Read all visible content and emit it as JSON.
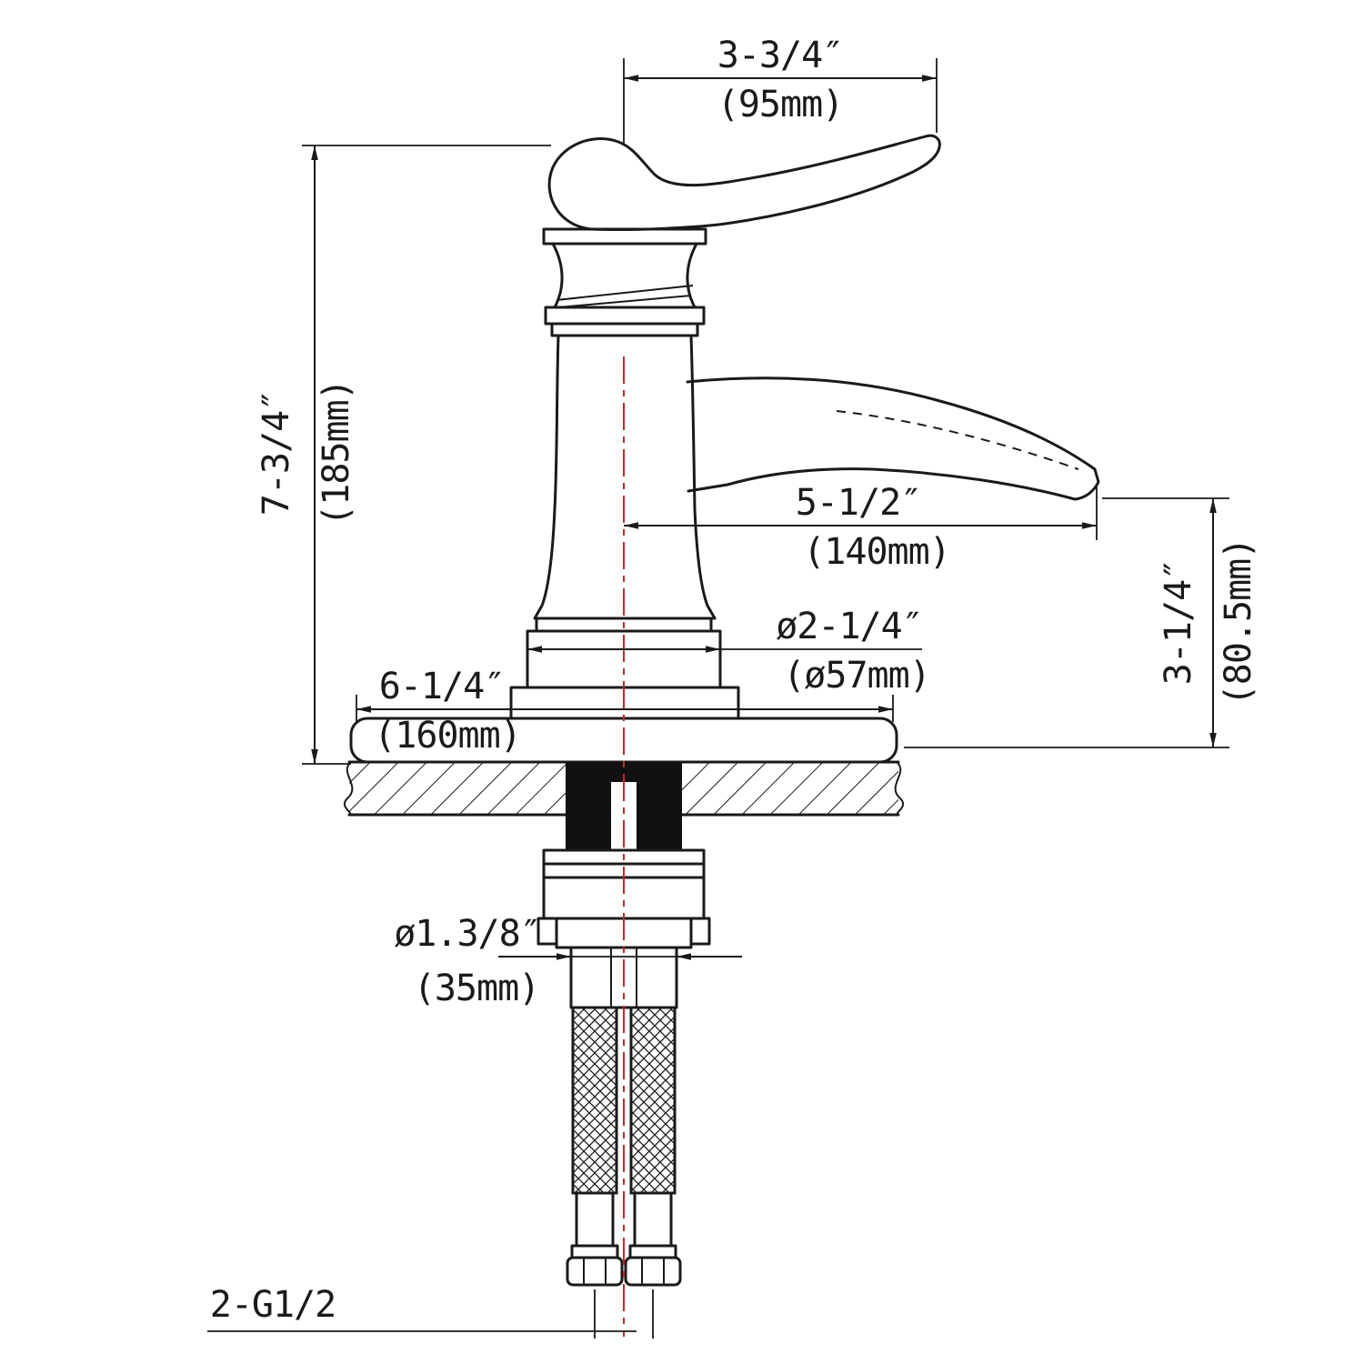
{
  "drawing": {
    "type": "faucet-dimension-diagram",
    "line_color": "#1a1a1a",
    "centerline_color": "#c62828",
    "dimensions": {
      "handle_reach": {
        "inch": "3-3/4″",
        "mm": "(95mm)"
      },
      "overall_height": {
        "inch": "7-3/4″",
        "mm": "(185mm)"
      },
      "spout_reach": {
        "inch": "5-1/2″",
        "mm": "(140mm)"
      },
      "spout_height": {
        "inch": "3-1/4″",
        "mm": "(80.5mm)"
      },
      "base_diameter": {
        "inch": "ø2-1/4″",
        "mm": "(ø57mm)"
      },
      "plate_width": {
        "inch": "6-1/4″",
        "mm": "(160mm)"
      },
      "hole_diameter": {
        "inch": "ø1.3/8″",
        "mm": "(35mm)"
      },
      "supply_thread": {
        "label": "2-G1/2"
      }
    }
  }
}
